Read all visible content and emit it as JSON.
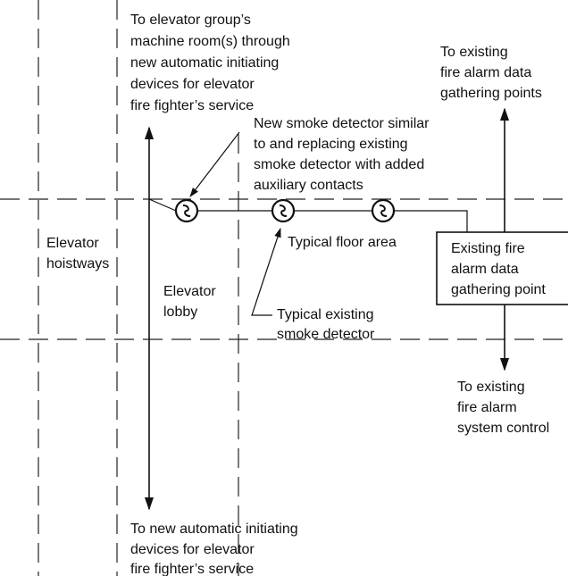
{
  "labels": {
    "top_left": [
      "To elevator group’s",
      "machine room(s) through",
      "new automatic initiating",
      "devices for elevator",
      "fire fighter’s service"
    ],
    "top_right": [
      "To existing",
      "fire alarm data",
      "gathering points"
    ],
    "new_detector": [
      "New smoke detector similar",
      "to and replacing existing",
      "smoke detector with added",
      "auxiliary contacts"
    ],
    "hoistways": [
      "Elevator",
      "hoistways"
    ],
    "floor_area": "Typical floor area",
    "lobby": [
      "Elevator",
      "lobby"
    ],
    "existing_detector": [
      "Typical existing",
      "smoke detector"
    ],
    "data_point_box": [
      "Existing fire",
      "alarm data",
      "gathering point"
    ],
    "system_control": [
      "To existing",
      "fire alarm",
      "system control"
    ],
    "bottom": [
      "To new automatic initiating",
      "devices for elevator",
      "fire fighter’s service"
    ]
  }
}
